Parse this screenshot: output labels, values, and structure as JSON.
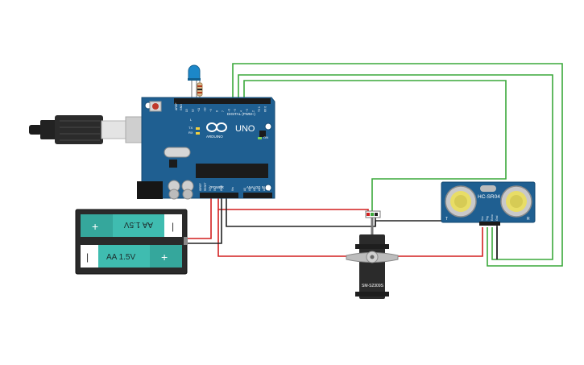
{
  "arduino": {
    "brand": "UNO",
    "logo_text": "ARDUINO",
    "digital_label": "DIGITAL (PWM~)",
    "power_label": "POWER",
    "analog_label": "ANALOG IN",
    "tx_label": "TX",
    "rx_label": "RX",
    "on_label": "ON",
    "l_label": "L",
    "aref_label": "AREF",
    "gnd_label": "GND",
    "ioref_label": "IOREF",
    "reset_label": "RESET",
    "pin_3v3": "3.3V",
    "pin_5v": "5V",
    "pin_gnd": "GND",
    "pin_vin": "Vin",
    "analog_pins": [
      "A0",
      "A1",
      "A2",
      "A3",
      "A4",
      "A5"
    ],
    "digital_pins": [
      "13",
      "12",
      "~11",
      "~10",
      "~9",
      "8",
      "7",
      "~6",
      "~5",
      "4",
      "~3",
      "2",
      "TX 1",
      "RX 0"
    ]
  },
  "battery": {
    "cell_top": "AA 1.5V",
    "cell_bottom": "AA 1.5V",
    "plus": "+",
    "minus": "|"
  },
  "servo": {
    "model": "SM-S2309S"
  },
  "sensor": {
    "model": "HC-SR04",
    "t_label": "T",
    "r_label": "R",
    "pins": [
      "Vcc",
      "Trig",
      "Echo",
      "Gnd"
    ]
  },
  "colors": {
    "board": "#1f5f91",
    "wire_green": "#3aa83a",
    "wire_red": "#d21f1f",
    "wire_black": "#222222",
    "teal": "#3fbcb0"
  }
}
